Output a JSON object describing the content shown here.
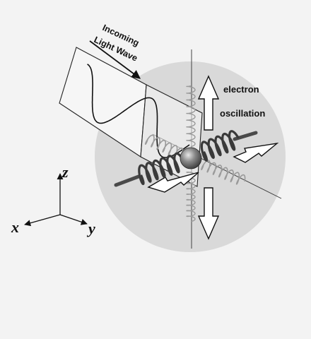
{
  "labels": {
    "incoming_line1": "Incoming",
    "incoming_line2": "Light Wave",
    "oscillation_line1": "electron",
    "oscillation_line2": "oscillation"
  },
  "axes": {
    "x": "x",
    "y": "y",
    "z": "z"
  },
  "colors": {
    "background": "#f3f3f3",
    "sphere": "#d9d9d9",
    "outline": "#111111",
    "spring_front": "#3a3a3a",
    "spring_back": "#9a9a9a",
    "electron": "#555555"
  }
}
